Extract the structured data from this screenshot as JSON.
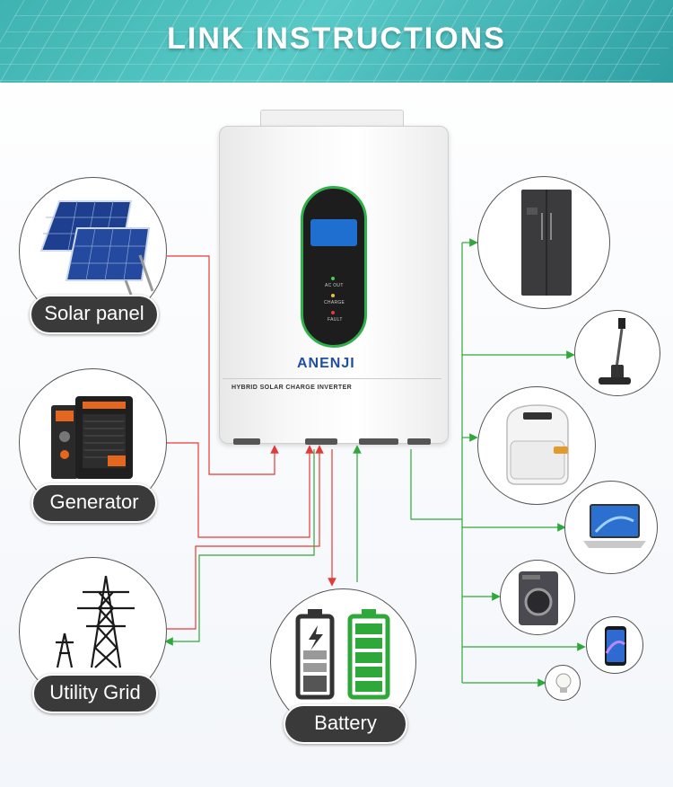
{
  "banner": {
    "title": "LINK INSTRUCTIONS"
  },
  "sources": {
    "solar": {
      "label": "Solar panel",
      "icon": "solar-panel-icon"
    },
    "generator": {
      "label": "Generator",
      "icon": "generator-icon"
    },
    "grid": {
      "label": "Utility Grid",
      "icon": "power-tower-icon"
    },
    "battery": {
      "label": "Battery",
      "icon": "battery-icon"
    }
  },
  "inverter": {
    "brand": "ANENJI",
    "model": "HYBRID SOLAR CHARGE INVERTER",
    "indicators": [
      "AC OUT",
      "CHARGE",
      "FAULT"
    ]
  },
  "loads": [
    {
      "name": "refrigerator",
      "icon": "refrigerator-icon"
    },
    {
      "name": "wet-dry-vacuum",
      "icon": "vacuum-icon"
    },
    {
      "name": "air-fryer",
      "icon": "air-fryer-icon"
    },
    {
      "name": "laptop",
      "icon": "laptop-icon"
    },
    {
      "name": "washing-machine",
      "icon": "washing-machine-icon"
    },
    {
      "name": "smartphone",
      "icon": "smartphone-icon"
    },
    {
      "name": "light-bulb",
      "icon": "light-bulb-icon"
    }
  ],
  "colors": {
    "input_wire": "#e53a3a",
    "output_wire": "#2fa83a",
    "banner": "#46bdb9",
    "pill": "#3a3a3a"
  }
}
